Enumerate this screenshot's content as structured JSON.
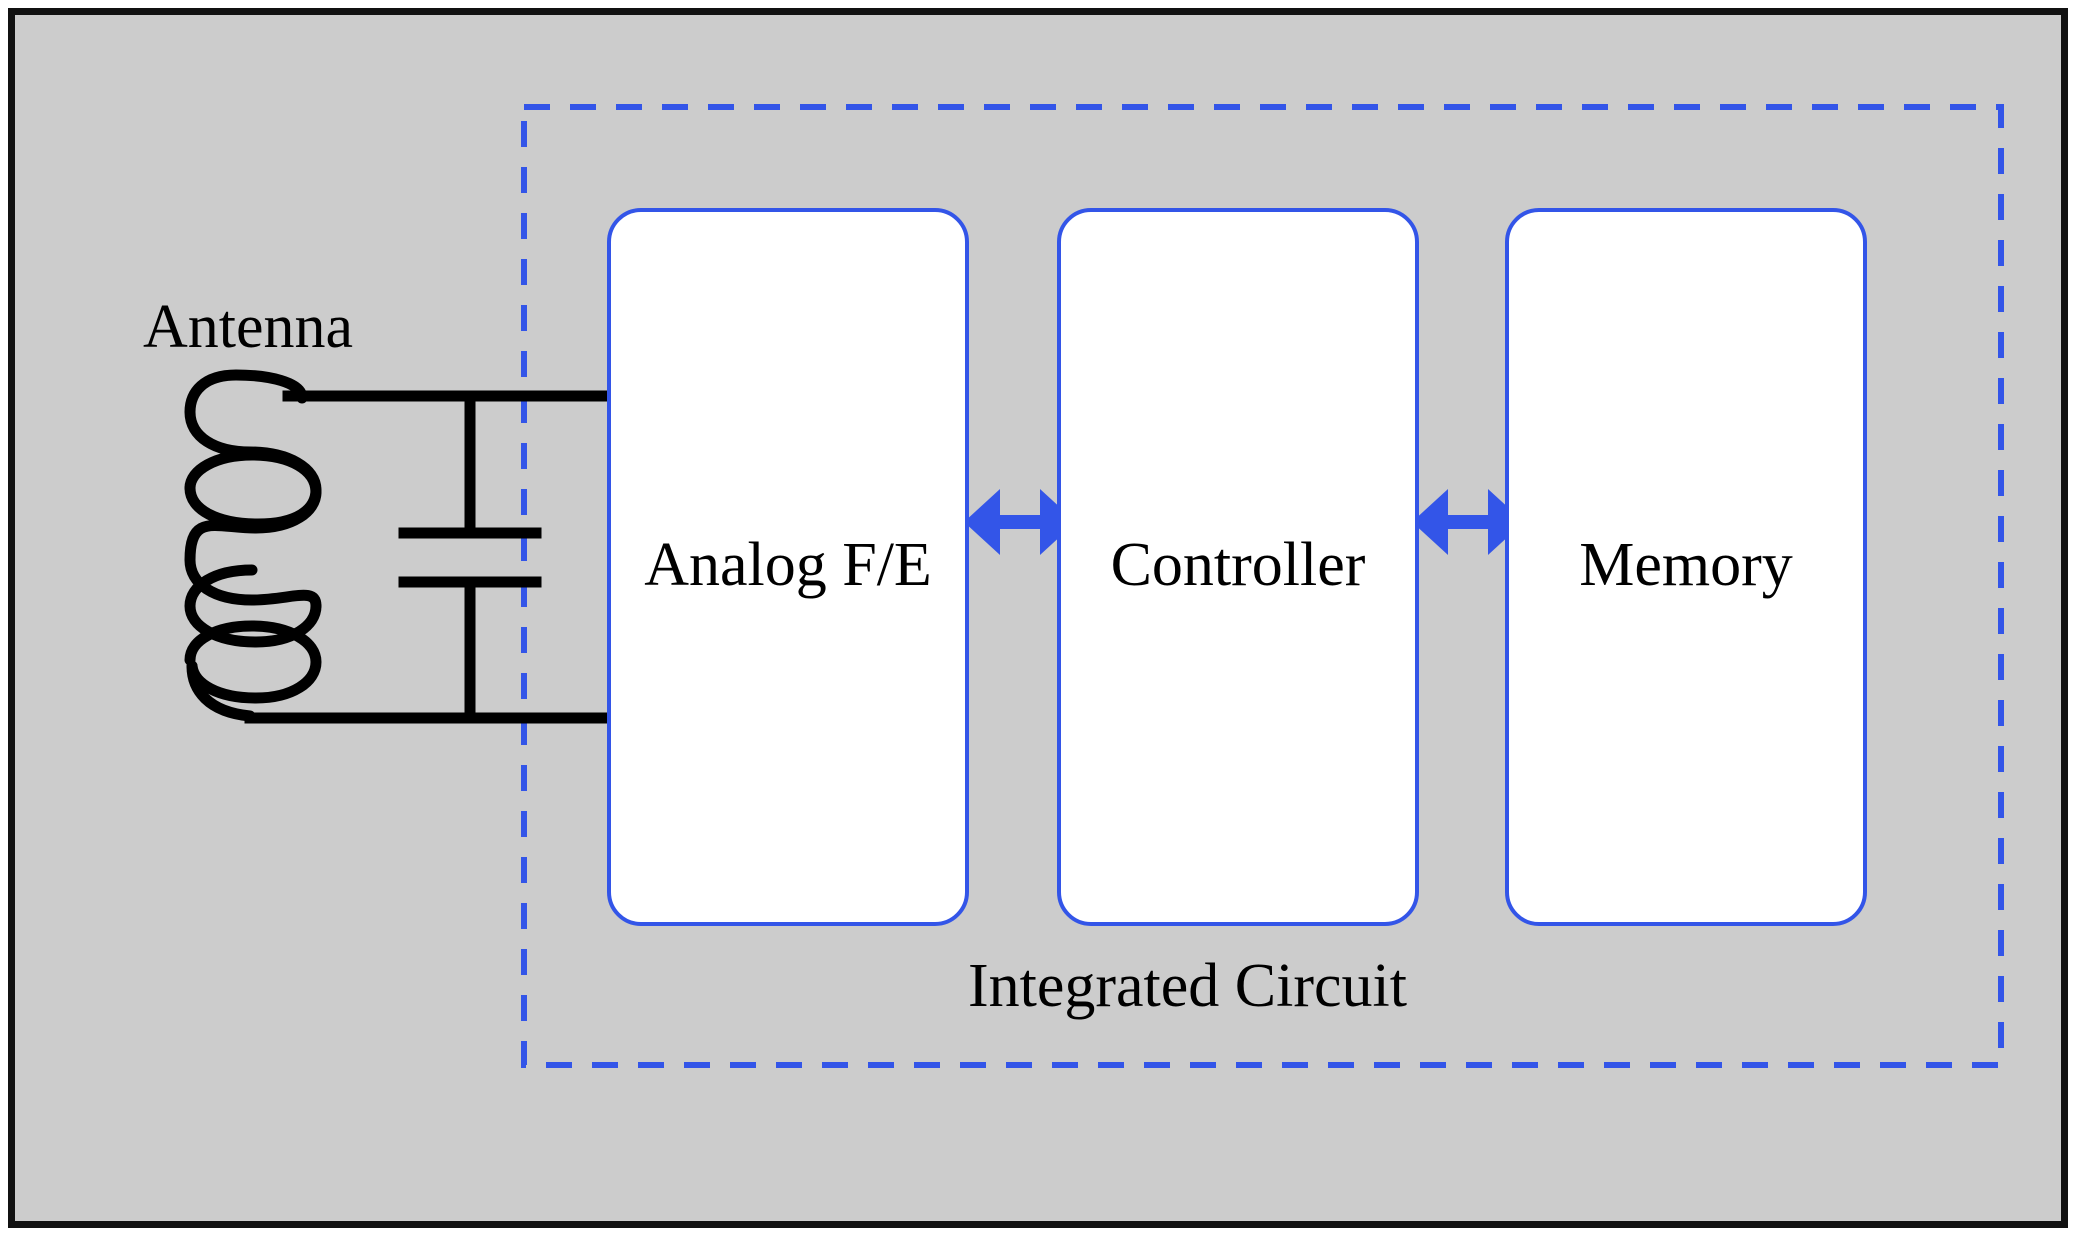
{
  "figure": {
    "title": "RFID tag block diagram",
    "background_color": "#cccccc",
    "frame_color": "#111111",
    "accent_blue": "#3355e8",
    "box_fill": "#ffffff"
  },
  "antenna": {
    "label": "Antenna",
    "coil_turns": 4,
    "has_capacitor": true,
    "wire_color": "#000000"
  },
  "enclosure": {
    "label": "Integrated Circuit",
    "border_style": "dashed",
    "border_color": "#3355e8"
  },
  "blocks": [
    {
      "id": "analog-front-end",
      "label": "Analog F/E"
    },
    {
      "id": "controller",
      "label": "Controller"
    },
    {
      "id": "memory",
      "label": "Memory"
    }
  ],
  "connections": [
    {
      "id": "antenna-to-analog",
      "type": "wire",
      "from": "antenna",
      "to": "analog-front-end",
      "arrow": "none"
    },
    {
      "id": "analog-to-controller",
      "type": "bus",
      "from": "analog-front-end",
      "to": "controller",
      "arrow": "double",
      "color": "#3355e8"
    },
    {
      "id": "controller-to-memory",
      "type": "bus",
      "from": "controller",
      "to": "memory",
      "arrow": "double",
      "color": "#3355e8"
    }
  ]
}
